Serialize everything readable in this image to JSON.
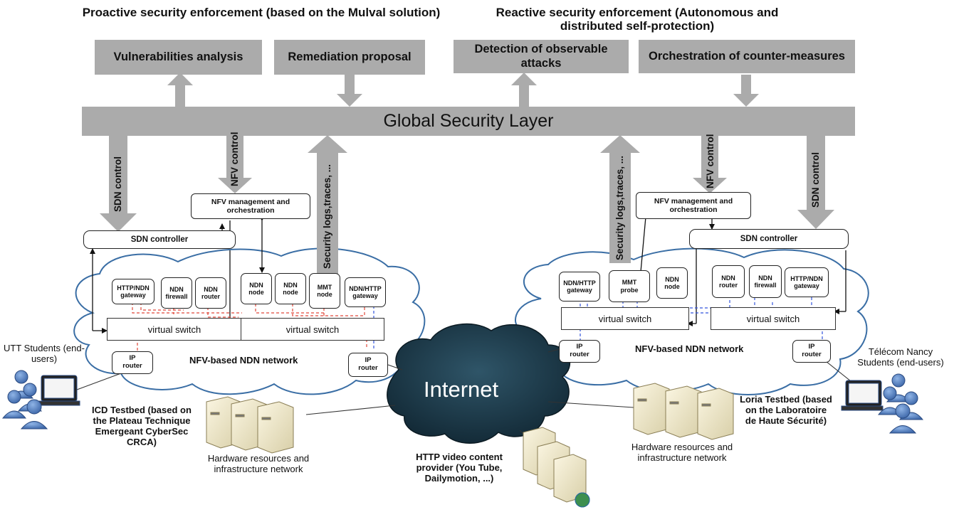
{
  "headings": {
    "proactive": "Proactive security enforcement (based on the Mulval solution)",
    "reactive": "Reactive security enforcement (Autonomous and distributed self-protection)"
  },
  "top_boxes": {
    "vulnerabilities": "Vulnerabilities analysis",
    "remediation": "Remediation proposal",
    "detection": "Detection of observable attacks",
    "orchestration": "Orchestration of counter-measures"
  },
  "global_layer": "Global Security Layer",
  "channels": {
    "sdn_control": "SDN control",
    "nfv_control": "NFV control",
    "security_logs": "Security logs,traces, ..."
  },
  "left": {
    "nfv_mgmt": "NFV management and orchestration",
    "sdn_controller": "SDN controller",
    "nodes": [
      "HTTP/NDN gateway",
      "NDN firewall",
      "NDN router",
      "NDN node",
      "NDN node",
      "MMT node",
      "NDN/HTTP gateway"
    ],
    "vswitch": "virtual switch",
    "ip_router": "IP router",
    "network": "NFV-based NDN network",
    "students": "UTT Students (end-users)",
    "testbed": "ICD Testbed (based on the Plateau Technique Emergeant CyberSec CRCA)",
    "hardware": "Hardware resources and infrastructure network"
  },
  "right": {
    "nfv_mgmt": "NFV management and orchestration",
    "sdn_controller": "SDN controller",
    "nodes": [
      "NDN/HTTP gateway",
      "MMT probe",
      "NDN node",
      "NDN router",
      "NDN firewall",
      "HTTP/NDN gateway"
    ],
    "vswitch": "virtual switch",
    "ip_router": "IP router",
    "network": "NFV-based NDN network",
    "students": "Télécom Nancy Students (end-users)",
    "testbed": "Loria Testbed (based on the Laboratoire de Haute Sécurité)",
    "hardware": "Hardware resources and infrastructure network"
  },
  "internet": "Internet",
  "video_provider": "HTTP video content provider (You Tube, Dailymotion, ...)",
  "colors": {
    "gray": "#ababab",
    "cloud_stroke": "#3a6ea5",
    "red_dash": "#e0483a",
    "blue_dash": "#3355dd",
    "internet_dark": "#17303e"
  }
}
